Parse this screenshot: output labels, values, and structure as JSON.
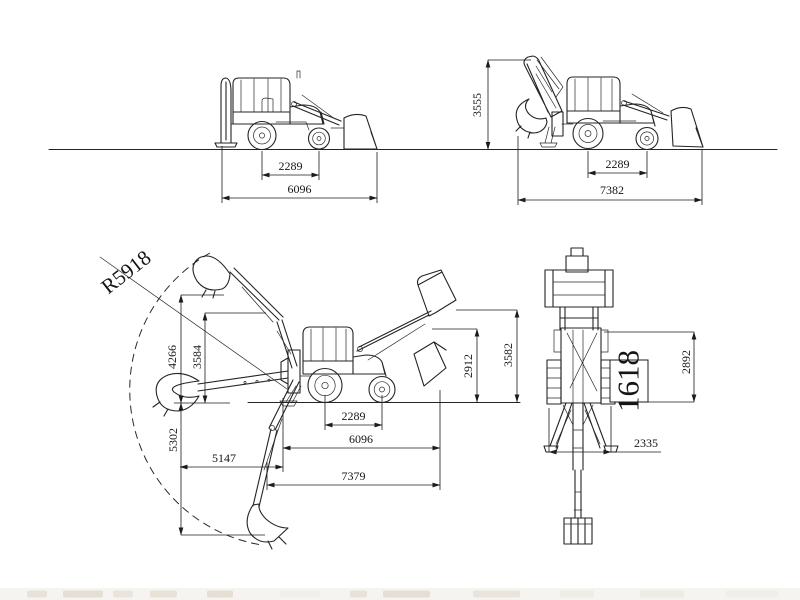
{
  "page": {
    "background": "#ffffff"
  },
  "colors": {
    "line": "#1c1c1c",
    "dimension_text": "#151515",
    "strip_background": "#f6f4f1",
    "strip_blob": "#e8e2d9"
  },
  "views": {
    "tl": {
      "dims": {
        "wheelbase": "2289",
        "overall_length": "6096"
      }
    },
    "tr": {
      "dims": {
        "transport_height": "3555",
        "wheelbase": "2289",
        "transport_length": "7382"
      }
    },
    "bl": {
      "dims": {
        "slew_radius": "R5918",
        "loading_height": "4266",
        "dump_height": "3584",
        "dig_depth": "5302",
        "reach_at_ground": "5147",
        "wheelbase": "2289",
        "overall_length": "6096",
        "max_overall_length": "7379",
        "dump_clearance": "2912",
        "hinge_pin_height": "3582"
      }
    },
    "pr": {
      "dims": {
        "overall_width": "2892",
        "axle_track": "1618",
        "stabilizer_width": "2335"
      }
    }
  }
}
